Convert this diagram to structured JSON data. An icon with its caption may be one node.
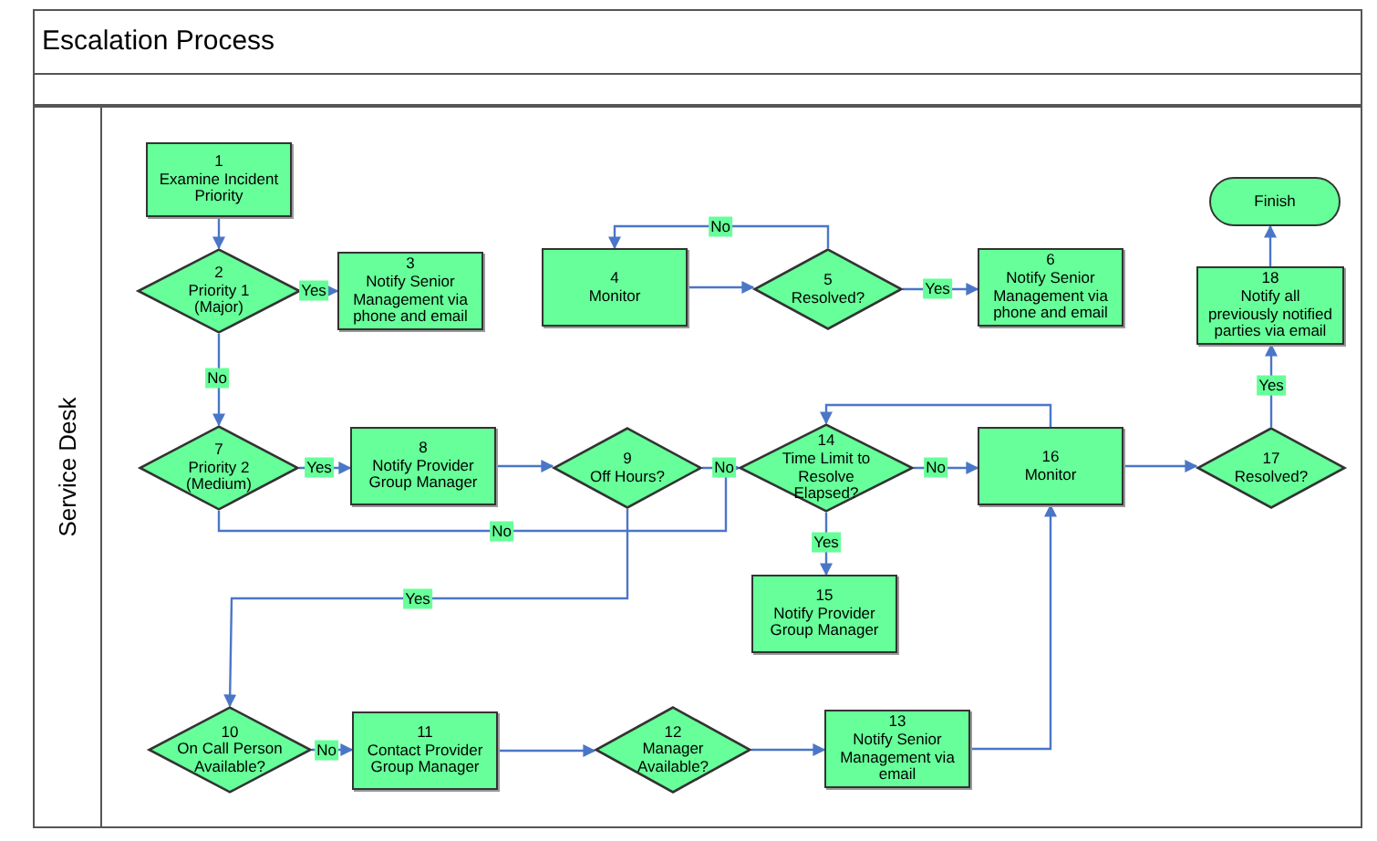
{
  "diagram": {
    "title": "Escalation Process",
    "nodes": [
      {
        "text": [
          "Service Desk"
        ]
      },
      {
        "text": [
          "1",
          "Examine Incident Priority"
        ],
        "in": 0
      },
      {
        "text": [
          "2",
          "Priority 1 (Major)"
        ],
        "in": 0
      },
      {
        "text": [
          "3",
          "Notify Senior Management via phone and email"
        ],
        "in": 0
      },
      {
        "text": [
          "4",
          "Monitor"
        ],
        "in": 0
      },
      {
        "text": [
          "5",
          "Resolved?"
        ],
        "in": 0
      },
      {
        "text": [
          "6",
          "Notify Senior Management via phone  and email"
        ],
        "in": 0
      },
      {
        "text": [
          "7",
          "Priority 2 (Medium)"
        ],
        "in": 0
      },
      {
        "text": [
          "8",
          "Notify Provider Group Manager"
        ],
        "in": 0
      },
      {
        "text": [
          "9",
          "Off Hours?"
        ],
        "in": 0
      },
      {
        "text": [
          "10",
          "On Call Person Available?"
        ],
        "in": 0
      },
      {
        "text": [
          "11",
          "Contact Provider Group  Manager"
        ],
        "in": 0
      },
      {
        "text": [
          "12",
          "Manager Available?"
        ],
        "in": 0
      },
      {
        "text": [
          "13",
          "Notify Senior Management via email"
        ],
        "in": 0
      },
      {
        "text": [
          "14",
          "Time Limit to Resolve Elapsed?"
        ],
        "in": 0
      },
      {
        "text": [
          "15",
          "Notify Provider Group Manager"
        ],
        "in": 0
      },
      {
        "text": [
          "16",
          "Monitor"
        ],
        "in": 0
      },
      {
        "text": [
          "17",
          "Resolved?"
        ],
        "in": 0
      },
      {
        "text": [
          "18",
          "Notify all previously notified parties via email"
        ],
        "in": 0
      },
      {
        "text": [
          "Finish"
        ],
        "in": 0
      }
    ],
    "edges": [
      {
        "from": 1,
        "to": 2,
        "arrow": "to"
      },
      {
        "from": 2,
        "to": 3,
        "arrow": "to",
        "label": "Yes"
      },
      {
        "from": 2,
        "to": 7,
        "arrow": "to",
        "label": "No"
      },
      {
        "from": 4,
        "to": 5,
        "arrow": "to"
      },
      {
        "from": 5,
        "to": 4,
        "arrow": "to",
        "label": "No"
      },
      {
        "from": 5,
        "to": 6,
        "arrow": "to",
        "label": "Yes"
      },
      {
        "from": 7,
        "to": 8,
        "arrow": "to",
        "label": "Yes"
      },
      {
        "from": 7,
        "to": 14,
        "arrow": "to",
        "label": "No"
      },
      {
        "from": 8,
        "to": 9,
        "arrow": "to"
      },
      {
        "from": 9,
        "to": 14,
        "arrow": "to",
        "label": "No"
      },
      {
        "from": 9,
        "to": 10,
        "arrow": "to",
        "label": "Yes"
      },
      {
        "from": 10,
        "to": 11,
        "arrow": "to",
        "label": "No"
      },
      {
        "from": 11,
        "to": 12,
        "arrow": "to"
      },
      {
        "from": 12,
        "to": 13,
        "arrow": "to"
      },
      {
        "from": 13,
        "to": 16,
        "arrow": "to"
      },
      {
        "from": 14,
        "to": 15,
        "arrow": "to",
        "label": "Yes"
      },
      {
        "from": 14,
        "to": 16,
        "arrow": "to",
        "label": "No"
      },
      {
        "from": 16,
        "to": 14,
        "arrow": "to"
      },
      {
        "from": 16,
        "to": 17,
        "arrow": "to"
      },
      {
        "from": 17,
        "to": 18,
        "arrow": "to",
        "label": "Yes"
      },
      {
        "from": 18,
        "to": 19,
        "arrow": "to"
      }
    ]
  }
}
